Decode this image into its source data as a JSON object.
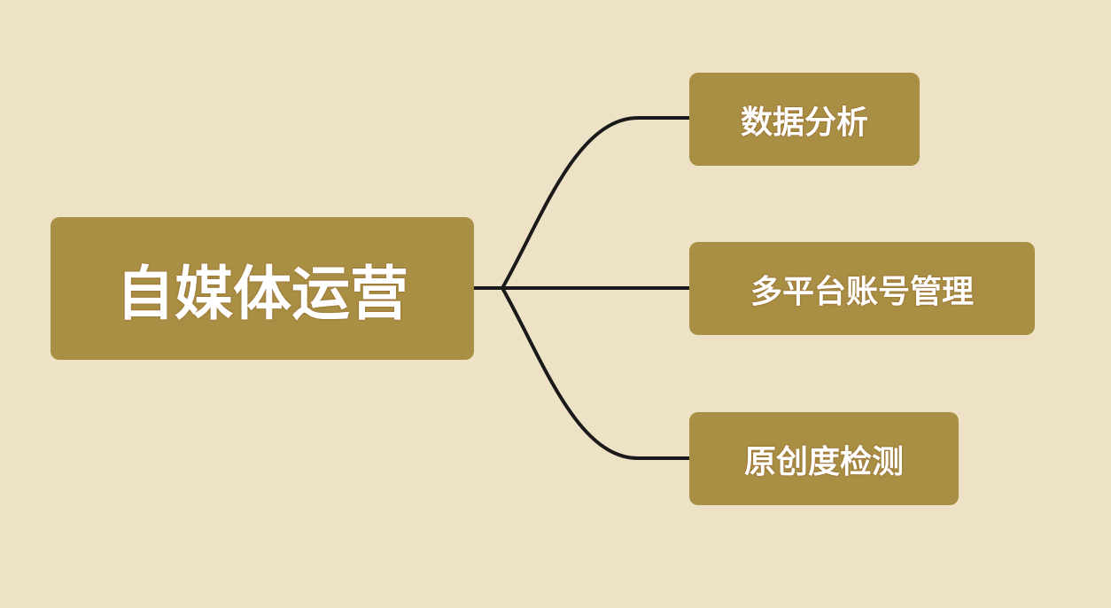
{
  "colors": {
    "background": "#ede2c6",
    "node": "#a98f43",
    "connector": "#1a1a1a"
  },
  "root": {
    "label": "自媒体运营"
  },
  "children": [
    {
      "label": "数据分析"
    },
    {
      "label": "多平台账号管理"
    },
    {
      "label": "原创度检测"
    }
  ]
}
